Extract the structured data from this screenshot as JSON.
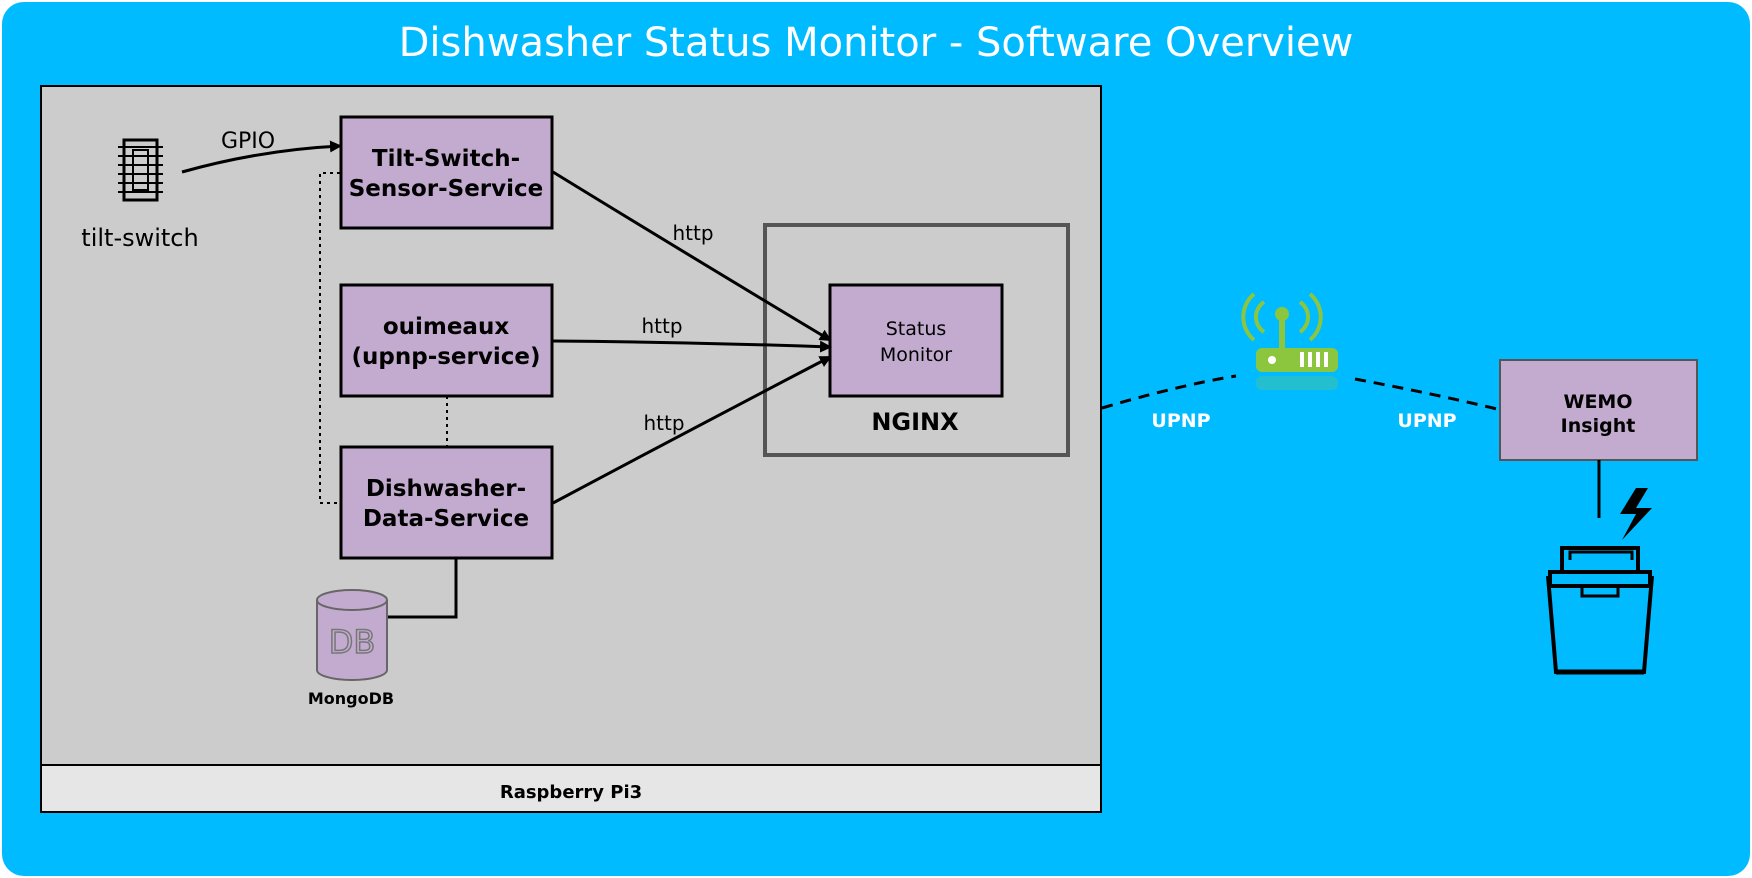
{
  "title": "Dishwasher Status Monitor - Software Overview",
  "colors": {
    "background": "#00bbff",
    "host_panel": "#cccccc",
    "host_footer": "#e6e6e6",
    "service_box": "#c3abd0",
    "router_green": "#8cc63f"
  },
  "host": {
    "label": "Raspberry Pi3"
  },
  "sensor": {
    "label": "tilt-switch",
    "icon": "tilt-switch-icon"
  },
  "services": {
    "tilt": {
      "line1": "Tilt-Switch-",
      "line2": "Sensor-Service"
    },
    "upnp": {
      "line1": "ouimeaux",
      "line2": "(upnp-service)"
    },
    "data": {
      "line1": "Dishwasher-",
      "line2": "Data-Service"
    }
  },
  "database": {
    "icon_text": "DB",
    "label": "MongoDB"
  },
  "nginx": {
    "label": "NGINX",
    "app": {
      "line1": "Status",
      "line2": "Monitor"
    }
  },
  "edges": {
    "gpio": "GPIO",
    "http_tilt": "http",
    "http_upnp": "http",
    "http_data": "http",
    "upnp_left": "UPNP",
    "upnp_right": "UPNP"
  },
  "router": {
    "icon": "wifi-router-icon"
  },
  "wemo": {
    "line1": "WEMO",
    "line2": "Insight"
  },
  "dishwasher": {
    "icon": "dishwasher-icon",
    "power_icon": "lightning-bolt-icon"
  }
}
